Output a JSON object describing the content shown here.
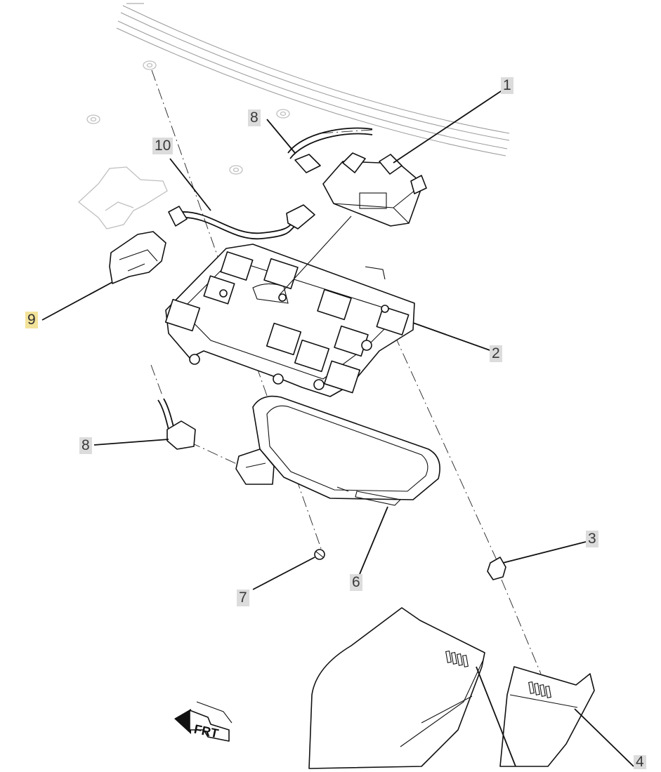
{
  "callouts": [
    {
      "id": "1",
      "label": "1"
    },
    {
      "id": "2",
      "label": "2"
    },
    {
      "id": "3",
      "label": "3"
    },
    {
      "id": "4",
      "label": "4"
    },
    {
      "id": "6",
      "label": "6"
    },
    {
      "id": "7",
      "label": "7"
    },
    {
      "id": "8a",
      "label": "8"
    },
    {
      "id": "8b",
      "label": "8"
    },
    {
      "id": "9",
      "label": "9",
      "highlighted": true
    },
    {
      "id": "10",
      "label": "10"
    }
  ],
  "front_indicator": {
    "label": "FRT",
    "icon": "front-direction-arrow-icon"
  },
  "colors": {
    "callout_bg": "#dcdcdc",
    "callout_highlight": "#f3e39a",
    "line": "#111111"
  }
}
